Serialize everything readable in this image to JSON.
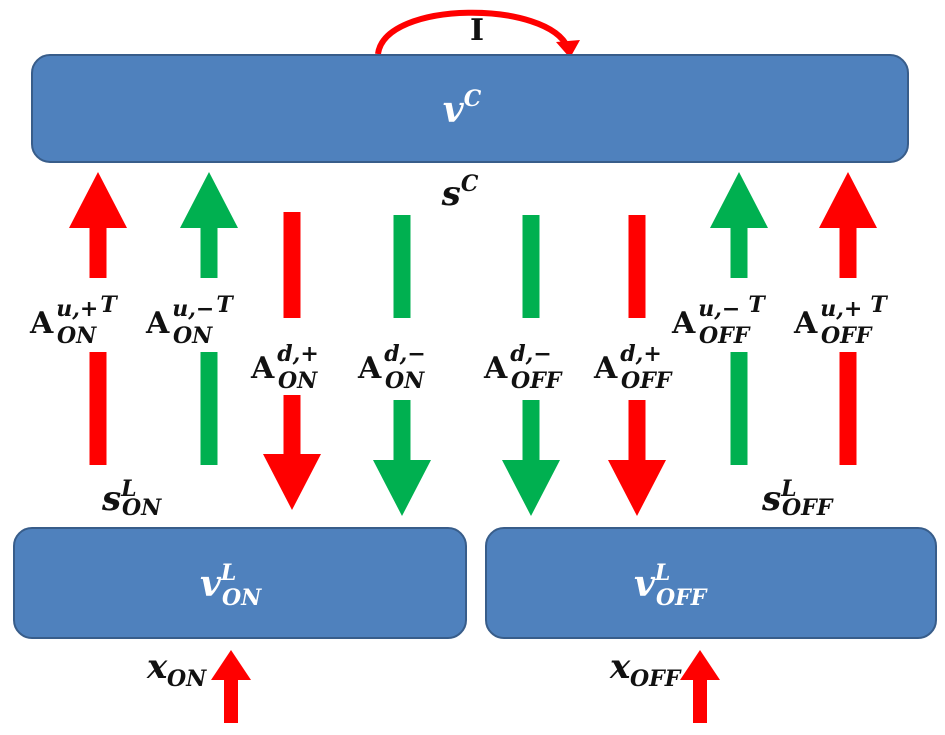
{
  "colors": {
    "box_fill": "#4f81bd",
    "box_stroke": "#385d8a",
    "red": "#ff0000",
    "green": "#00b050",
    "text": "#111111",
    "box_text": "#ffffff"
  },
  "loop": {
    "label": "I"
  },
  "boxes": {
    "top": {
      "base": "v",
      "sup": "C",
      "sub": ""
    },
    "on": {
      "base": "v",
      "sup": "L",
      "sub": "ON"
    },
    "off": {
      "base": "v",
      "sup": "L",
      "sub": "OFF"
    }
  },
  "state_labels": {
    "sc": {
      "base": "s",
      "sup": "C",
      "sub": ""
    },
    "s_on": {
      "base": "s",
      "sup": "L",
      "sub": "ON"
    },
    "s_off": {
      "base": "s",
      "sup": "L",
      "sub": "OFF"
    }
  },
  "inputs": {
    "x_on": {
      "base": "x",
      "sub": "ON"
    },
    "x_off": {
      "base": "x",
      "sub": "OFF"
    }
  },
  "matrices": [
    {
      "id": "a-u-plus-on-t",
      "base": "A",
      "sup": "u,+",
      "sub": "ON",
      "tsup": "T",
      "color": "red",
      "direction": "up"
    },
    {
      "id": "a-u-minus-on-t",
      "base": "A",
      "sup": "u,−",
      "sub": "ON",
      "tsup": "T",
      "color": "green",
      "direction": "up"
    },
    {
      "id": "a-d-plus-on",
      "base": "A",
      "sup": "d,+",
      "sub": "ON",
      "tsup": "",
      "color": "red",
      "direction": "down"
    },
    {
      "id": "a-d-minus-on",
      "base": "A",
      "sup": "d,−",
      "sub": "ON",
      "tsup": "",
      "color": "green",
      "direction": "down"
    },
    {
      "id": "a-d-minus-off",
      "base": "A",
      "sup": "d,−",
      "sub": "OFF",
      "tsup": "",
      "color": "green",
      "direction": "down"
    },
    {
      "id": "a-d-plus-off",
      "base": "A",
      "sup": "d,+",
      "sub": "OFF",
      "tsup": "",
      "color": "red",
      "direction": "down"
    },
    {
      "id": "a-u-minus-off-t",
      "base": "A",
      "sup": "u,−",
      "sub": "OFF",
      "tsup": "T",
      "color": "green",
      "direction": "up"
    },
    {
      "id": "a-u-plus-off-t",
      "base": "A",
      "sup": "u,+",
      "sub": "OFF",
      "tsup": "T",
      "color": "red",
      "direction": "up"
    }
  ]
}
